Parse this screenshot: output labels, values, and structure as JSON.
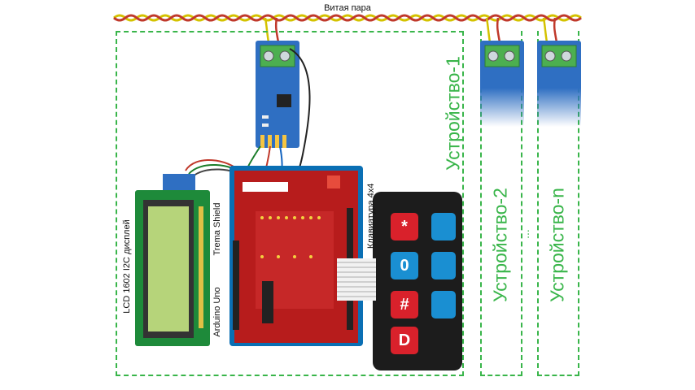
{
  "labels": {
    "twisted_pair": "Витая пара",
    "device_1": "Устройство-1",
    "device_2": "Устройство-2",
    "device_n": "Устройство-n",
    "ellipsis": "...",
    "lcd": "LCD 1602 I2C дисплей",
    "trema_shield": "Trema Shield",
    "arduino_uno": "Arduino Uno",
    "keypad": "Клавиатура 4x4"
  },
  "keypad_keys": [
    "*",
    "0",
    "#",
    "D"
  ],
  "colors": {
    "dashed_border": "#39b54a",
    "label_green": "#39b54a",
    "arduino_blue": "#0a6fb4",
    "shield_red": "#b71c1c",
    "lcd_screen": "#b6d47a",
    "module_blue": "#2f6fc2",
    "key_red": "#d9212b",
    "key_blue": "#1a8fd2"
  },
  "icons": [
    "rs485-module",
    "lcd-module",
    "arduino-board",
    "keypad-matrix",
    "twisted-pair-cable"
  ]
}
